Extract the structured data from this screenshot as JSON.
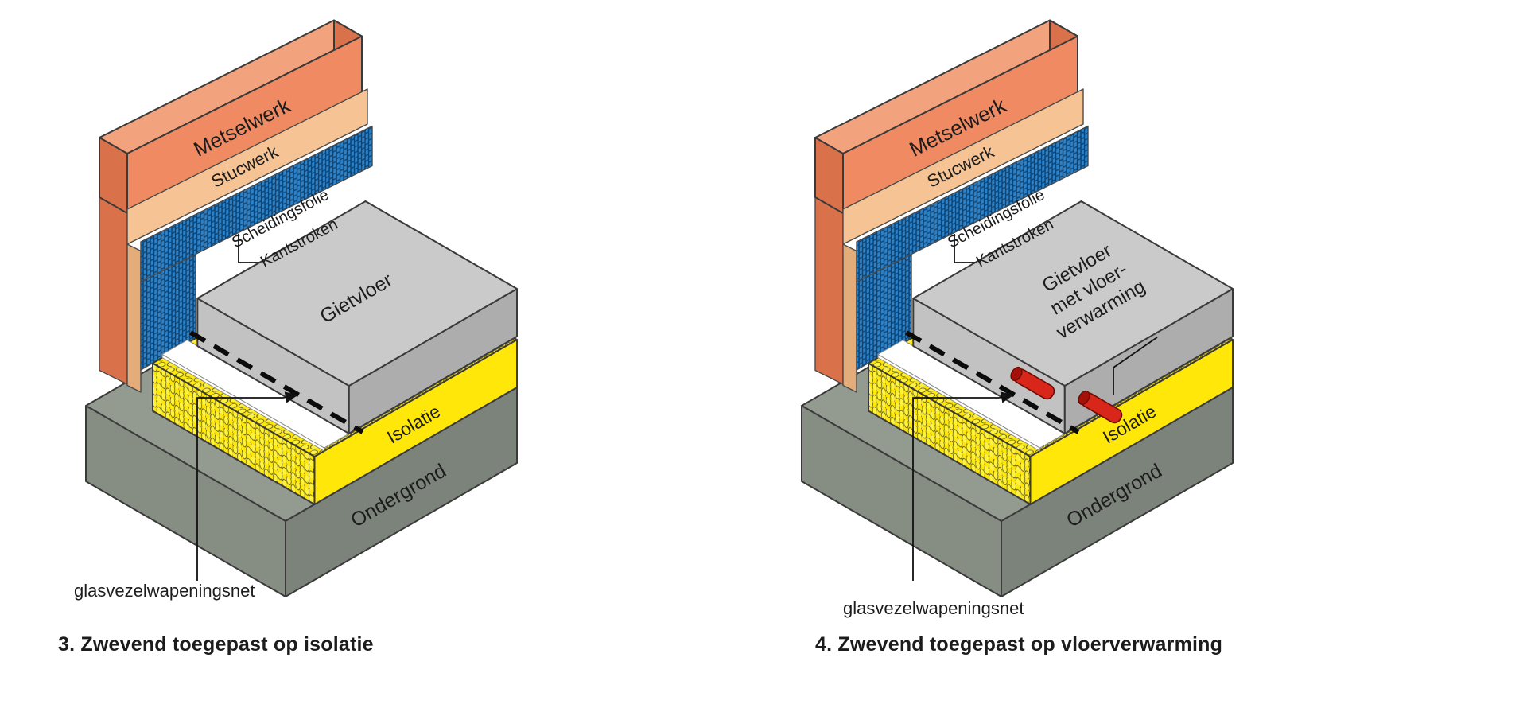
{
  "diagrams": [
    {
      "caption": "3. Zwevend toegepast op isolatie",
      "labels": {
        "metselwerk": "Metselwerk",
        "stucwerk": "Stucwerk",
        "scheidingsfolie": "Scheidingsfolie",
        "kantstroken": "Kantstroken",
        "gietvloer": "Gietvloer",
        "isolatie": "Isolatie",
        "ondergrond": "Ondergrond",
        "wapeningsnet": "glasvezelwapeningsnet"
      }
    },
    {
      "caption": "4. Zwevend toegepast op vloerverwarming",
      "labels": {
        "metselwerk": "Metselwerk",
        "stucwerk": "Stucwerk",
        "scheidingsfolie": "Scheidingsfolie",
        "kantstroken": "Kantstroken",
        "gietvloer_line1": "Gietvloer",
        "gietvloer_line2": "met vloer-",
        "gietvloer_line3": "verwarming",
        "isolatie": "Isolatie",
        "ondergrond": "Ondergrond",
        "wapeningsnet": "glasvezelwapeningsnet"
      }
    }
  ],
  "colors": {
    "masonry": "#EF8A62",
    "masonry_dark": "#D9714A",
    "masonry_top": "#F2A37E",
    "stucco": "#F6C494",
    "stucco_dark": "#E3AC78",
    "edge_strip_blue": "#1E72B8",
    "edge_strip_blue_dark": "#0D3F6B",
    "insulation_yellow": "#FFE70A",
    "floor_top": "#CACACA",
    "floor_front": "#C2C2C2",
    "floor_side": "#ADADAD",
    "substrate_top": "#939A90",
    "substrate_front": "#868D83",
    "substrate_side": "#7C837A",
    "foil_white": "#FFFFFF",
    "pipe_red": "#D8271A",
    "pipe_cap": "#A31108",
    "net_line": "#0B0B0B"
  }
}
